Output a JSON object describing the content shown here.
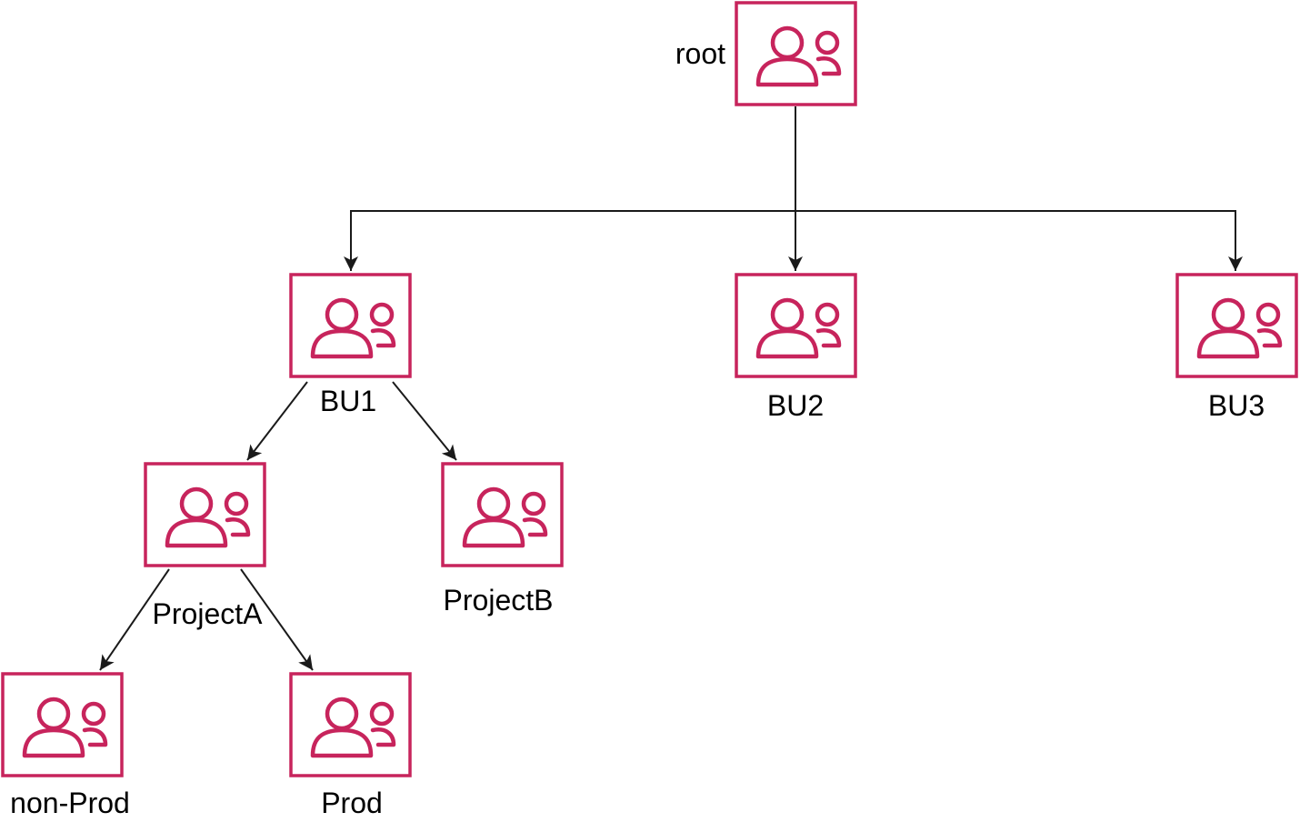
{
  "diagram": {
    "type": "tree",
    "colors": {
      "node_border": "#c7245c",
      "icon": "#c7245c",
      "connector": "#1a1a1a",
      "label": "#000000"
    },
    "icon": "group-users-icon",
    "nodes": {
      "root": {
        "label": "root"
      },
      "bu1": {
        "label": "BU1"
      },
      "bu2": {
        "label": "BU2"
      },
      "bu3": {
        "label": "BU3"
      },
      "projecta": {
        "label": "ProjectA"
      },
      "projectb": {
        "label": "ProjectB"
      },
      "nonprod": {
        "label": "non-Prod"
      },
      "prod": {
        "label": "Prod"
      }
    },
    "edges": [
      {
        "from": "root",
        "to": "bu1"
      },
      {
        "from": "root",
        "to": "bu2"
      },
      {
        "from": "root",
        "to": "bu3"
      },
      {
        "from": "bu1",
        "to": "projecta"
      },
      {
        "from": "bu1",
        "to": "projectb"
      },
      {
        "from": "projecta",
        "to": "nonprod"
      },
      {
        "from": "projecta",
        "to": "prod"
      }
    ]
  }
}
